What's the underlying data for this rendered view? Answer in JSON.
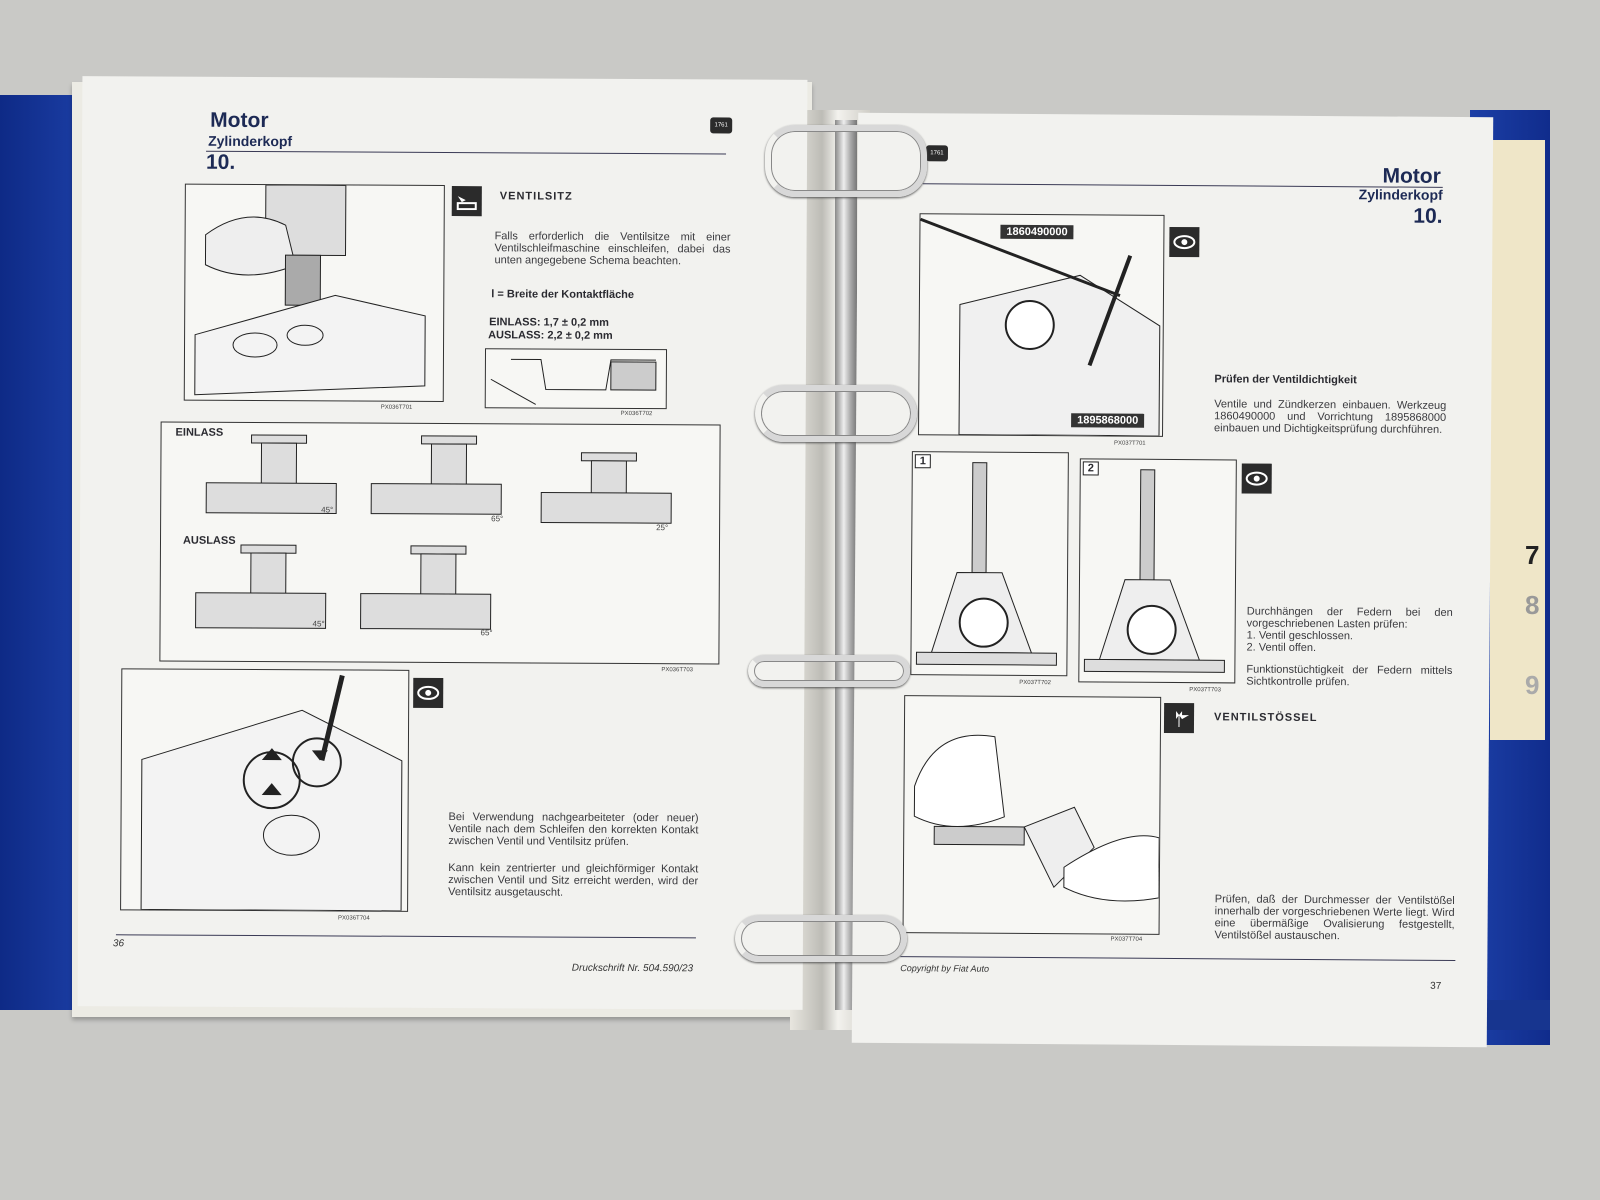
{
  "left_page": {
    "title": "Motor",
    "subtitle": "Zylinderkopf",
    "chapter": "10.",
    "badge": "1761",
    "section_ventilsitz": {
      "heading": "VENTILSITZ",
      "text": "Falls erforderlich die Ventilsitze mit einer Ventilschleifmaschine einschleifen, dabei das unten angegebene Schema beachten.",
      "definition": "l = Breite der Kontaktfläche",
      "einlass": "EINLASS: 1,7 ± 0,2 mm",
      "auslass": "AUSLASS: 2,2 ± 0,2 mm"
    },
    "figures": {
      "fig1_code": "PX036T701",
      "fig2_code": "PX036T702",
      "fig3_code": "PX036T703",
      "fig4_code": "PX036T704",
      "einlass_label": "EINLASS",
      "auslass_label": "AUSLASS",
      "angles_einlass": [
        "45°",
        "65°",
        "25°"
      ],
      "angles_auslass": [
        "45°",
        "65°"
      ]
    },
    "inspection_text": "Bei Verwendung nachgearbeiteter (oder neuer) Ventile nach dem Schleifen den korrekten Kontakt zwischen Ventil und Ventilsitz prüfen.",
    "inspection_text2": "Kann kein zentrierter und gleichförmiger Kontakt zwischen Ventil und Sitz erreicht werden, wird der Ventilsitz ausgetauscht.",
    "page_number": "36",
    "footer": "Druckschrift Nr. 504.590/23"
  },
  "right_page": {
    "title": "Motor",
    "subtitle": "Zylinderkopf",
    "chapter": "10.",
    "badge": "1761",
    "tool_tag_1": "1860490000",
    "tool_tag_2": "1895868000",
    "fig5_code": "PX037T701",
    "fig6_code": "PX037T702",
    "fig7_code": "PX037T703",
    "fig8_code": "PX037T704",
    "fig6_num": "1",
    "fig7_num": "2",
    "leak_heading": "Prüfen der Ventildichtigkeit",
    "leak_text": "Ventile und Zündkerzen einbauen. Werkzeug 1860490000 und Vorrichtung 1895868000 einbauen und Dichtigkeitsprüfung durchführen.",
    "spring_text": "Durchhängen der Federn bei den vorgeschriebenen Lasten prüfen:",
    "spring_item1": "1. Ventil geschlossen.",
    "spring_item2": "2. Ventil offen.",
    "spring_text2": "Funktionstüchtigkeit der Federn mittels Sichtkontrolle prüfen.",
    "tappet_heading": "VENTILSTÖSSEL",
    "tappet_text": "Prüfen, daß der Durchmesser der Ventilstößel innerhalb der vorgeschriebenen Werte liegt. Wird eine übermäßige Ovalisierung festgestellt, Ventilstößel austauschen.",
    "footer": "Copyright by Fiat Auto",
    "page_number": "37"
  },
  "tabs": [
    "7",
    "8",
    "9"
  ],
  "colors": {
    "binder": "#1c3fa6",
    "paper": "#f2f2ef",
    "ink": "#2a2a2e"
  }
}
